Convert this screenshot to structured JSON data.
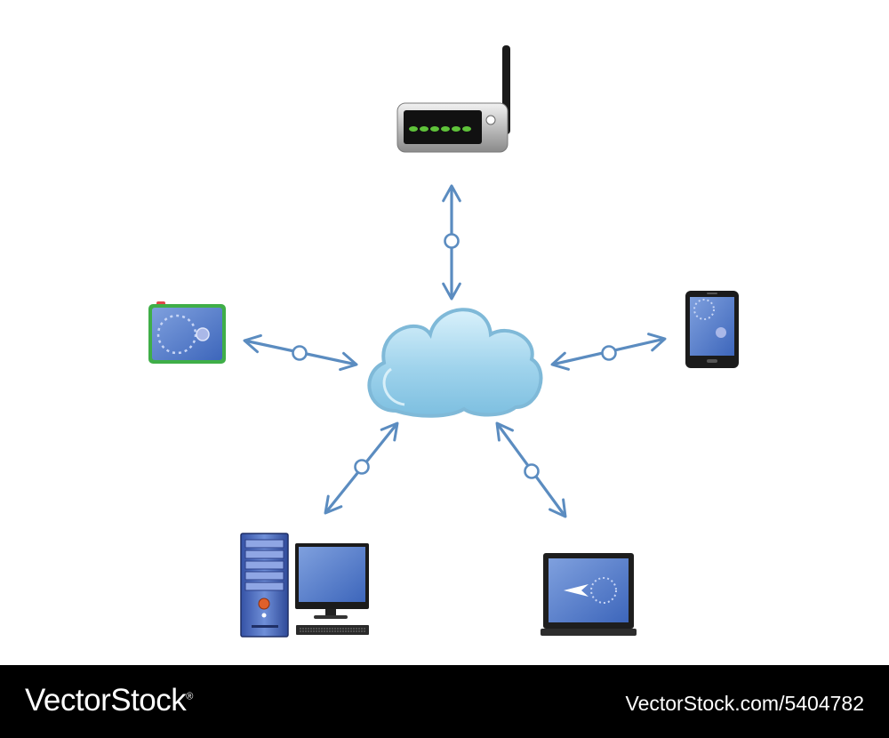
{
  "colors": {
    "connector": "#5b8cc0",
    "cloud_fill": "#a8d8ee",
    "cloud_stroke": "#7fb9d8",
    "screen": "#4a74c6",
    "footer_bg": "#000000",
    "footer_text": "#ffffff"
  },
  "nodes": [
    {
      "id": "cloud",
      "icon": "cloud-icon"
    },
    {
      "id": "router",
      "icon": "wifi-router-icon"
    },
    {
      "id": "camera",
      "icon": "digital-camera-icon"
    },
    {
      "id": "smartphone",
      "icon": "smartphone-icon"
    },
    {
      "id": "desktop",
      "icon": "desktop-computer-icon"
    },
    {
      "id": "laptop",
      "icon": "laptop-icon"
    }
  ],
  "connections": [
    {
      "from": "cloud",
      "to": "router"
    },
    {
      "from": "cloud",
      "to": "camera"
    },
    {
      "from": "cloud",
      "to": "smartphone"
    },
    {
      "from": "cloud",
      "to": "desktop"
    },
    {
      "from": "cloud",
      "to": "laptop"
    }
  ],
  "footer": {
    "logo": "VectorStock",
    "registered_mark": "®",
    "image_id": "VectorStock.com/5404782"
  }
}
